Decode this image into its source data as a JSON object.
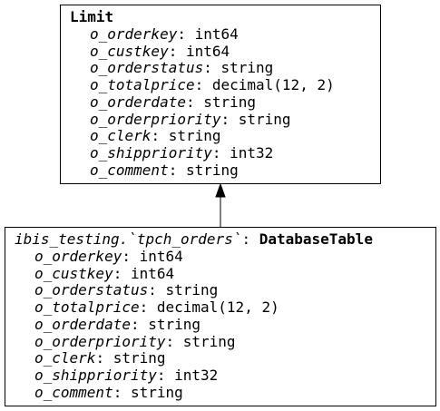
{
  "limit_node": {
    "title": "Limit",
    "fields": [
      {
        "name": "o_orderkey",
        "type": "int64"
      },
      {
        "name": "o_custkey",
        "type": "int64"
      },
      {
        "name": "o_orderstatus",
        "type": "string"
      },
      {
        "name": "o_totalprice",
        "type": "decimal(12, 2)"
      },
      {
        "name": "o_orderdate",
        "type": "string"
      },
      {
        "name": "o_orderpriority",
        "type": "string"
      },
      {
        "name": "o_clerk",
        "type": "string"
      },
      {
        "name": "o_shippriority",
        "type": "int32"
      },
      {
        "name": "o_comment",
        "type": "string"
      }
    ]
  },
  "table_node": {
    "table_name": "ibis_testing.`tpch_orders`",
    "table_kind": "DatabaseTable",
    "fields": [
      {
        "name": "o_orderkey",
        "type": "int64"
      },
      {
        "name": "o_custkey",
        "type": "int64"
      },
      {
        "name": "o_orderstatus",
        "type": "string"
      },
      {
        "name": "o_totalprice",
        "type": "decimal(12, 2)"
      },
      {
        "name": "o_orderdate",
        "type": "string"
      },
      {
        "name": "o_orderpriority",
        "type": "string"
      },
      {
        "name": "o_clerk",
        "type": "string"
      },
      {
        "name": "o_shippriority",
        "type": "int32"
      },
      {
        "name": "o_comment",
        "type": "string"
      }
    ]
  },
  "edges": [
    {
      "from": "table_node",
      "to": "limit_node"
    }
  ]
}
